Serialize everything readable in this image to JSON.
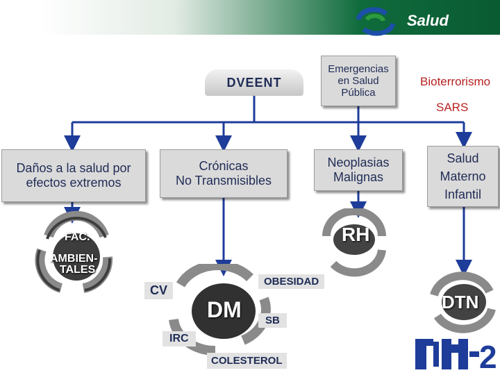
{
  "header": {
    "logo_text": "Salud",
    "band_color": "#0f6b3c"
  },
  "nodes": {
    "dveent": "DVEENT",
    "emergencias": [
      "Emergencias",
      "en Salud",
      "Pública"
    ],
    "bioterrorismo": "Bioterrorismo",
    "sars": "SARS",
    "danos": [
      "Daños a la salud por",
      "efectos extremos"
    ],
    "cronicas": [
      "Crónicas",
      "No Transmisibles"
    ],
    "neoplasias": [
      "Neoplasias",
      "Malignas"
    ],
    "salud_materno": [
      "Salud",
      "Materno",
      "Infantil"
    ]
  },
  "cycles": {
    "fac": [
      "FAC.",
      "AMBIEN-",
      "TALES"
    ],
    "rh": "RH",
    "cv": "CV",
    "dm": "DM",
    "obesidad": "OBESIDAD",
    "sb": "SB",
    "irc": "IRC",
    "colesterol": "COLESTEROL",
    "dtn": "DTN",
    "dm2_logo": "DM-2"
  },
  "colors": {
    "connector": "#1e3c99",
    "accent_red": "#b82020",
    "node_text": "#1f2b55"
  }
}
